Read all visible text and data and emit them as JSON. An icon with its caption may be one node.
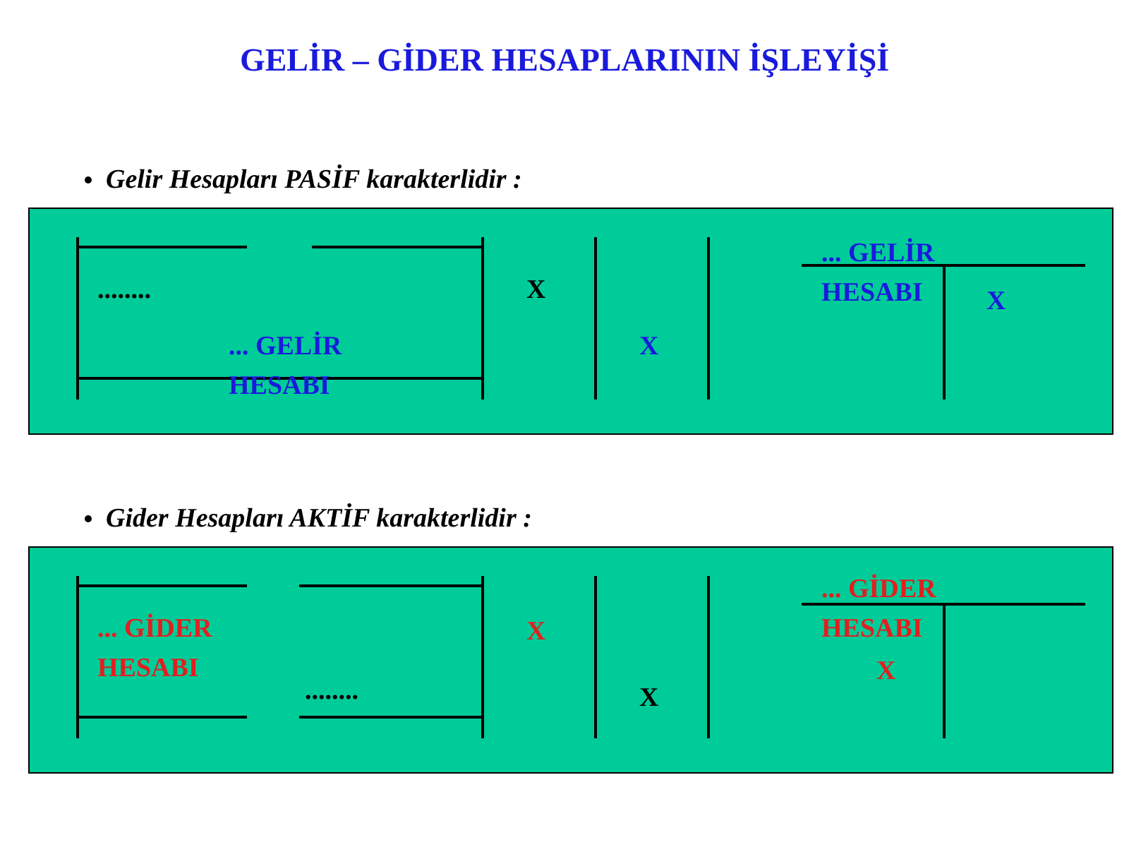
{
  "diagram": {
    "title": "GELİR – GİDER HESAPLARININ İŞLEYİŞİ",
    "nodes": [
      {
        "text": [
          "Gelir Hesapları PASİF karakterlidir :"
        ]
      },
      {
        "text": [
          "Gider Hesapları AKTİF karakterlidir :"
        ]
      }
    ],
    "labels": [
      "........",
      "X",
      "... GELİR HESABI",
      "X",
      "... GELİR HESABI",
      "X",
      "... GİDER HESABI",
      "X",
      "........",
      "X",
      "... GİDER HESABI",
      "X"
    ]
  }
}
